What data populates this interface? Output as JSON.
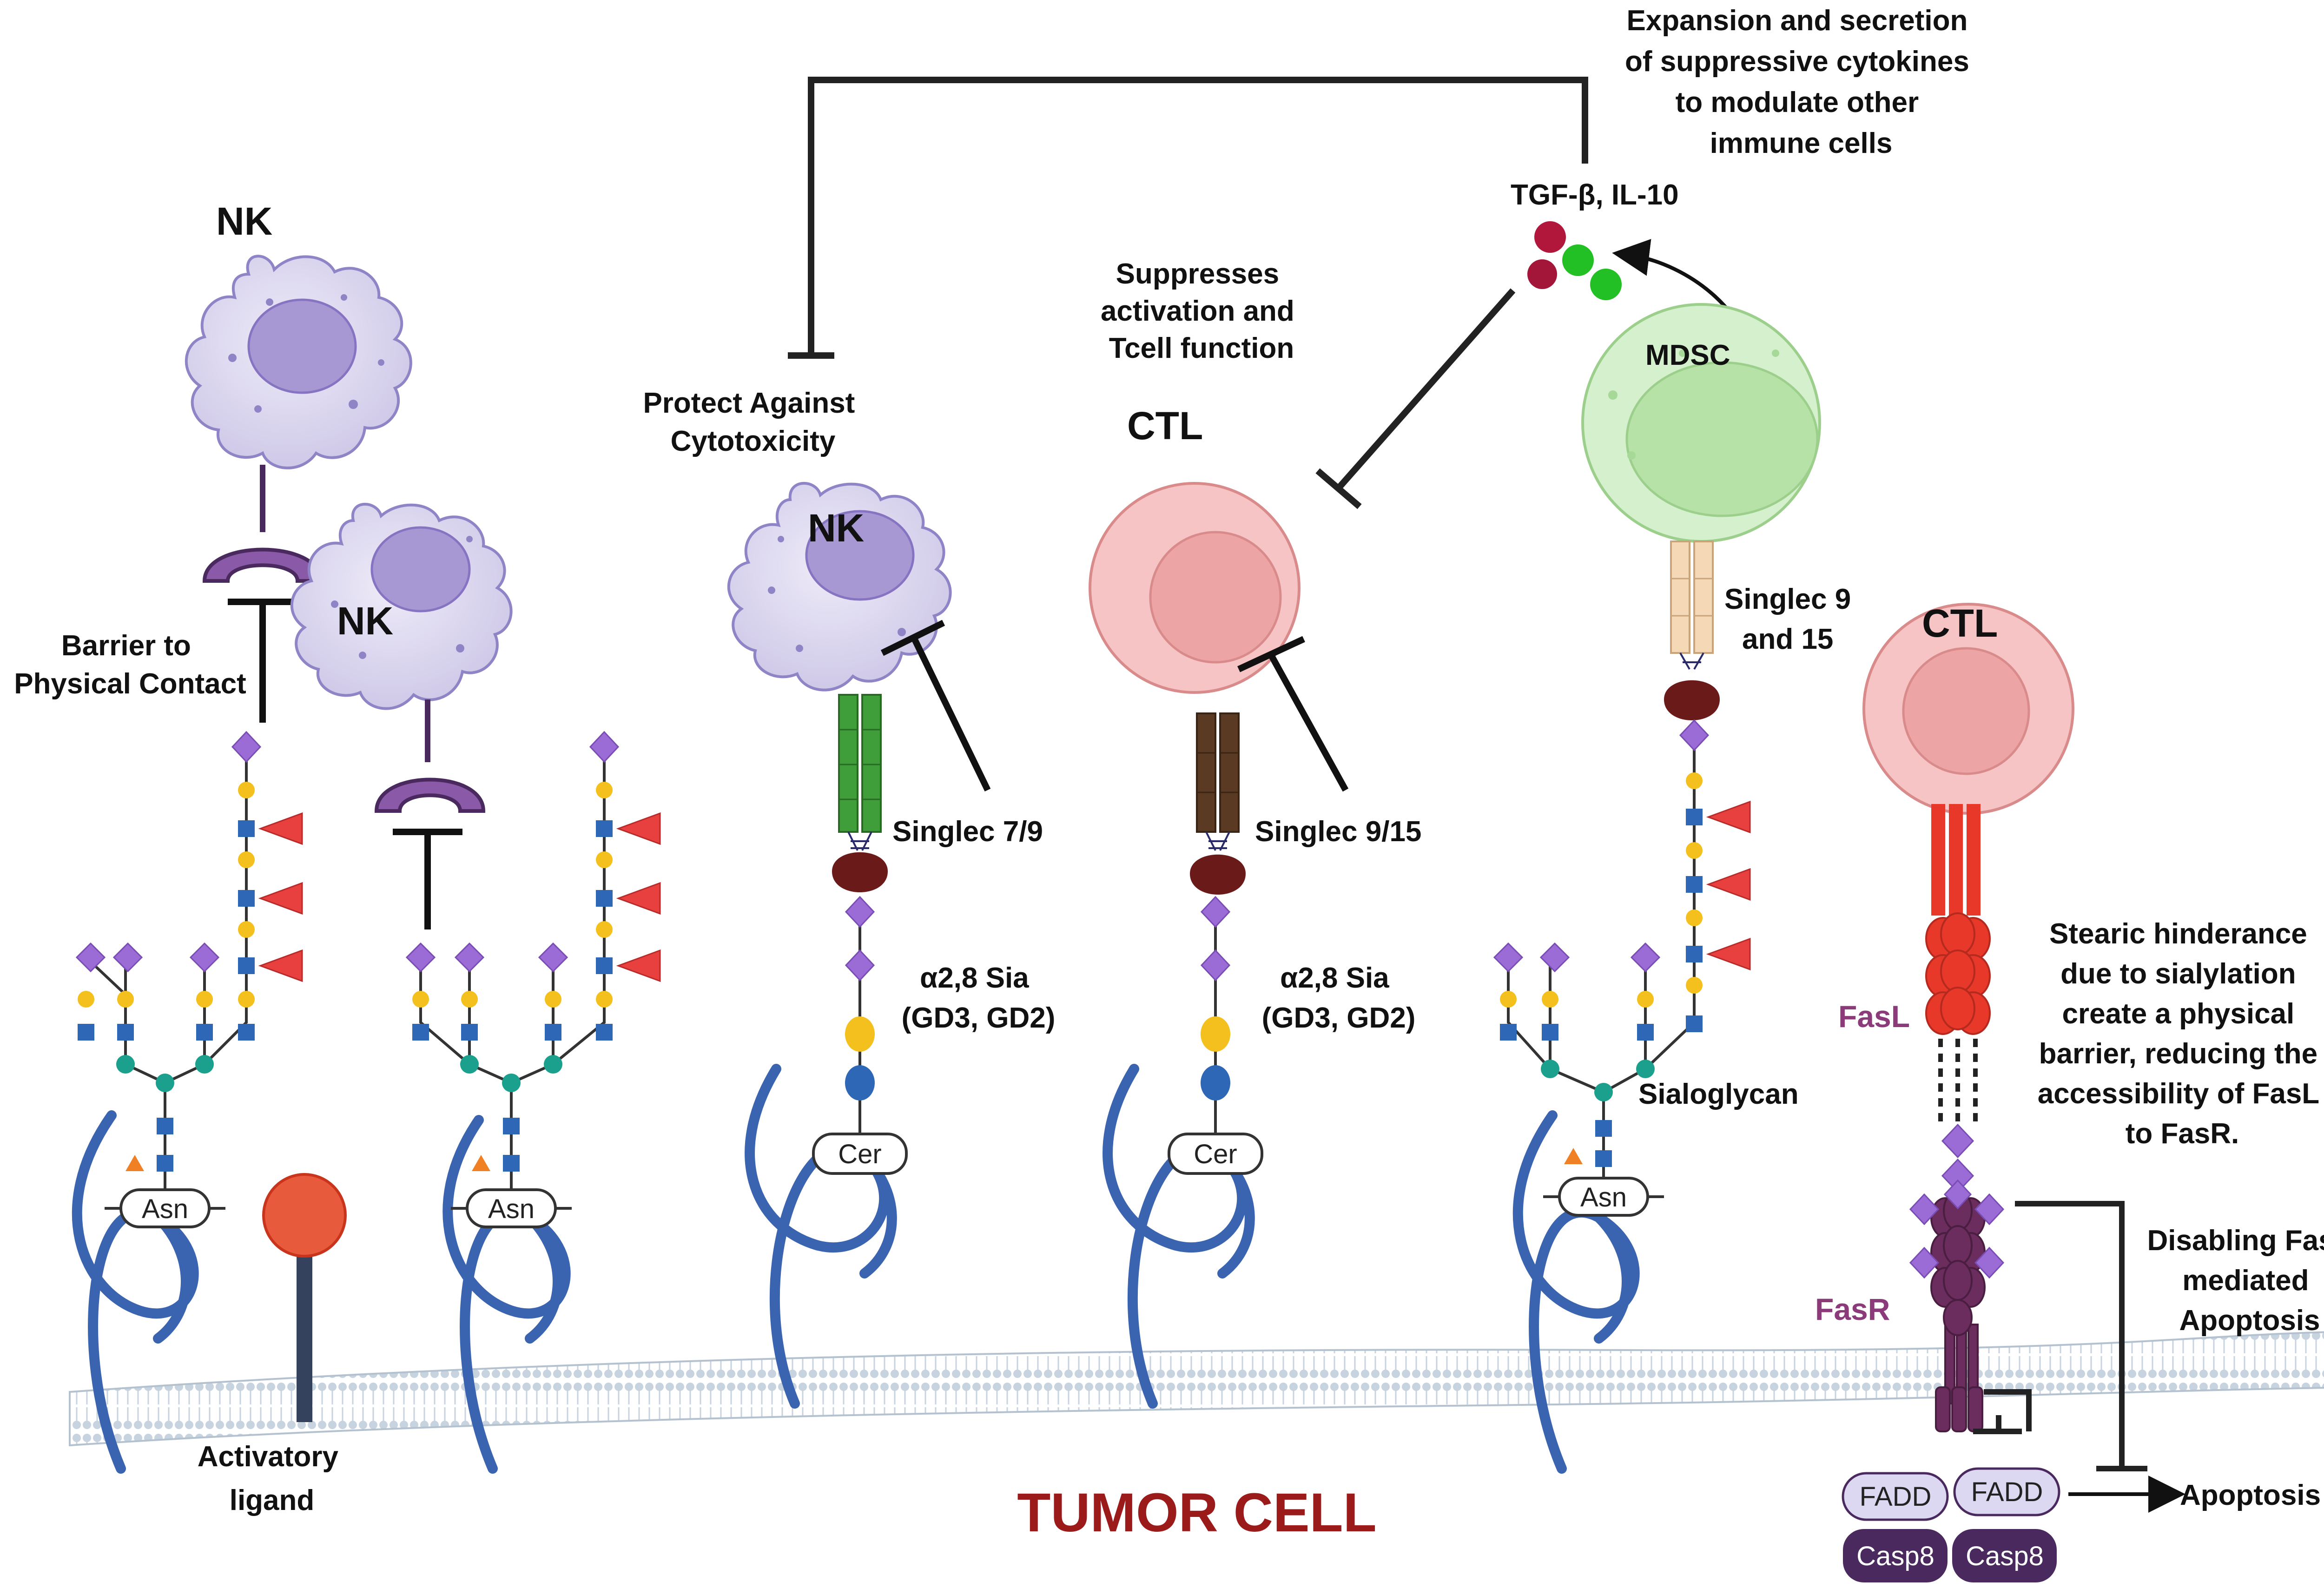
{
  "labels": {
    "nk_top": "NK",
    "nk_second": "NK",
    "nk_middle": "NK",
    "ctl_middle": "CTL",
    "ctl_right": "CTL",
    "mdsc": "MDSC",
    "barrier_line1": "Barrier to",
    "barrier_line2": "Physical Contact",
    "activatory_line1": "Activatory",
    "activatory_line2": "ligand",
    "protect_line1": "Protect Against",
    "protect_line2": "Cytotoxicity",
    "suppresses_line1": "Suppresses",
    "suppresses_line2": "activation and",
    "suppresses_line3": "Tcell function",
    "expansion_line1": "Expansion and secretion",
    "expansion_line2": "of suppressive cytokines",
    "expansion_line3": "to modulate other",
    "expansion_line4": "immune cells",
    "cytokines": "TGF-β, IL-10",
    "singlec_79": "Singlec 7/9",
    "singlec_915": "Singlec 9/15",
    "singlec_9_line1": "Singlec 9",
    "singlec_9_line2": "and 15",
    "sia_a_line1": "α2,8 Sia",
    "sia_a_line2": "(GD3, GD2)",
    "sia_b_line1": "α2,8 Sia",
    "sia_b_line2": "(GD3, GD2)",
    "sialoglycan": "Sialoglycan",
    "asn_1": "Asn",
    "asn_2": "Asn",
    "asn_3": "Asn",
    "cer_1": "Cer",
    "cer_2": "Cer",
    "fasl": "FasL",
    "fasr": "FasR",
    "steric_line1": "Stearic hinderance",
    "steric_line2": "due to sialylation",
    "steric_line3": "create a physical",
    "steric_line4": "barrier, reducing the",
    "steric_line5": "accessibility of FasL",
    "steric_line6": "to FasR.",
    "disabling_line1": "Disabling Fas-",
    "disabling_line2": "mediated",
    "disabling_line3": "Apoptosis",
    "fadd_1": "FADD",
    "fadd_2": "FADD",
    "casp8_1": "Casp8",
    "casp8_2": "Casp8",
    "apoptosis": "Apoptosis",
    "tumor_cell": "TUMOR CELL"
  },
  "colors": {
    "nk_cell": "#d6d2ec",
    "nk_nucleus": "#a898d4",
    "ctl_cell": "#f6c4c4",
    "ctl_nucleus": "#eda4a4",
    "mdsc_cell": "#d5f0cc",
    "mdsc_nucleus": "#b6e2a8",
    "protein_backbone": "#3a64b0",
    "sialic_acid": "#9b6bd6",
    "galactose": "#f4c01e",
    "glcnac": "#2d67b5",
    "mannose": "#1aa08c",
    "fucose": "#e8403e",
    "sialic_binding_head": "#6b1a1a",
    "fasl": "#e8382a",
    "fasr": "#6b2c5e",
    "casp8": "#4a2a5e",
    "tumor_text": "#9b1b1b"
  }
}
